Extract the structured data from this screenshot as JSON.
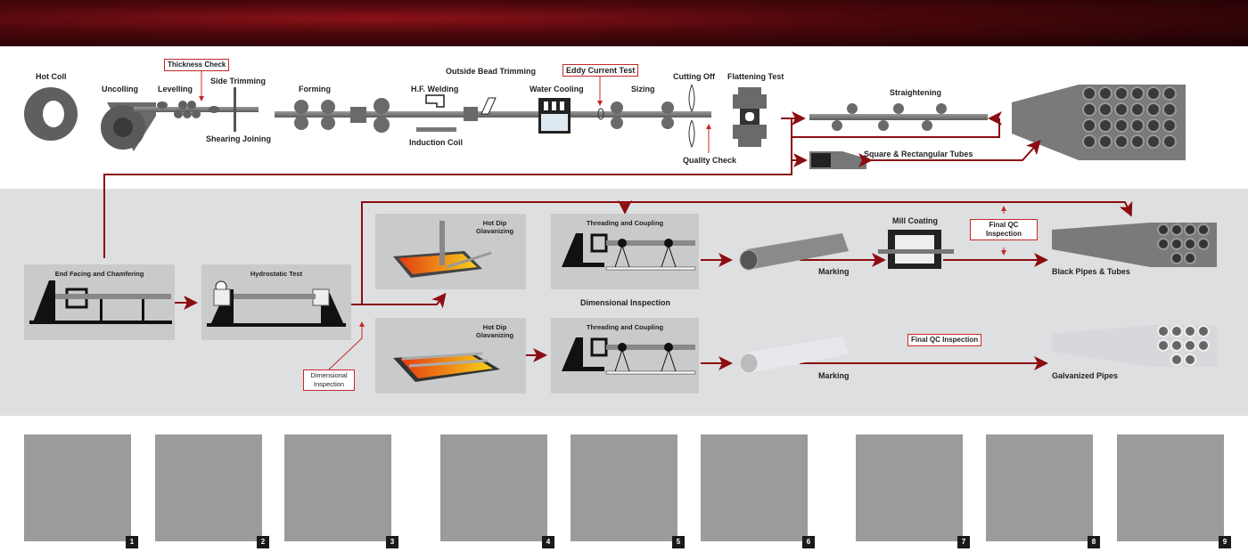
{
  "top_line": {
    "hot_coil": "Hot Coll",
    "uncoiling": "Uncolling",
    "levelling": "Levelling",
    "side_trimming": "Side Trimming",
    "thickness_check": "Thickness Check",
    "shearing_joining": "Shearing Joining",
    "forming": "Forming",
    "hf_welding": "H.F. Welding",
    "induction_coil": "Induction Coil",
    "outside_bead_trimming": "Outside Bead Trimming",
    "eddy_current_test": "Eddy Current Test",
    "water_cooling": "Water Cooling",
    "sizing": "Sizing",
    "cutting_off": "Cutting Off",
    "flattening_test": "Flattening Test",
    "quality_check": "Quality Check",
    "straightening": "Straightening",
    "square_tubes": "Square & Rectangular Tubes"
  },
  "finishing": {
    "end_facing": "End Facing and Chamfering",
    "hydrostatic": "Hydrostatic Test",
    "dimensional_inspection_box": "Dimensional Inspection",
    "hot_dip_top": "Hot Dip Glavanizing",
    "hot_dip_bottom": "Hot Dip Glavanizing",
    "threading_top": "Threading and Coupling",
    "threading_bottom": "Threading and Coupling",
    "dimensional_inspection": "Dimensional Inspection",
    "marking_top": "Marking",
    "marking_bottom": "Marking",
    "mill_coating": "Mill Coating",
    "final_qc_top": "Final QC Inspection",
    "final_qc_bottom": "Final  QC Inspection",
    "black_pipes": "Black Pipes & Tubes",
    "galvanized_pipes": "Galvanized Pipes"
  },
  "gallery": [
    "1",
    "2",
    "3",
    "4",
    "5",
    "6",
    "7",
    "8",
    "9"
  ],
  "colors": {
    "accent": "#8b0d12",
    "panel": "#c9cacb",
    "band": "#dedfe0",
    "tile": "#9b9b9c"
  }
}
